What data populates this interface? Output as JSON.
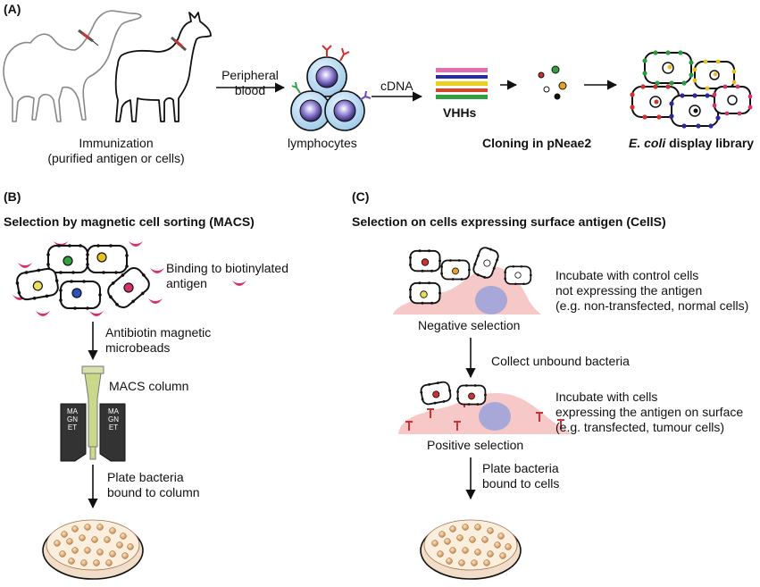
{
  "panel_a": {
    "label": "(A)",
    "immunization": "Immunization\n(purified antigen or cells)",
    "peripheral_blood": "Peripheral\nblood",
    "lymphocytes": "lymphocytes",
    "cdna": "cDNA",
    "vhhs": "VHHs",
    "cloning": "Cloning in pNeae2",
    "library_italic": "E. coli",
    "library_rest": " display library",
    "vhh_colors": [
      "#e070b0",
      "#2a2a9a",
      "#e8d020",
      "#e04020",
      "#30a040"
    ]
  },
  "panel_b": {
    "label": "(B)",
    "title": "Selection by magnetic cell sorting (MACS)",
    "binding": "Binding to biotinylated\nantigen",
    "microbeads": "Antibiotin magnetic\nmicrobeads",
    "column": "MACS column",
    "magnet_word": "MAGNET",
    "plate": "Plate bacteria\nbound to column"
  },
  "panel_c": {
    "label": "(C)",
    "title": "Selection on cells expressing surface antigen (CellS)",
    "negative_desc": "Incubate with control cells\nnot expressing the antigen\n(e.g. non-transfected, normal cells)",
    "negative_label": "Negative selection",
    "collect": "Collect unbound bacteria",
    "positive_desc": "Incubate with cells\nexpressing the antigen on surface\n(e.g. transfected, tumour cells)",
    "positive_label": "Positive selection",
    "plate": "Plate bacteria\nbound to cells"
  },
  "colors": {
    "cell_pink": "#f6c8c8",
    "nucleus": "#a8a8d8",
    "antigen_magenta": "#d8306a",
    "receptor_red": "#d03030",
    "plate_colony": "#d89a58",
    "column_green": "#c9d88a",
    "magnet_dark": "#333333"
  }
}
